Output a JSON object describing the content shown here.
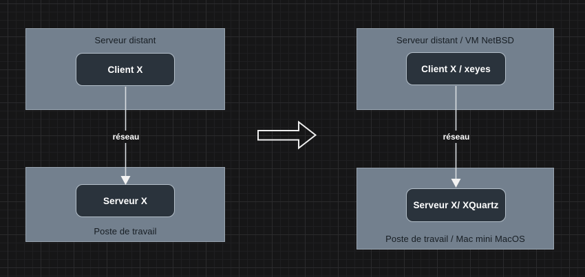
{
  "colors": {
    "background": "#161617",
    "grid_minor": "#1f1f21",
    "grid_major": "#2b2b2d",
    "panel_fill": "#73808e",
    "panel_border": "#99a5b1",
    "panel_text": "#171d23",
    "node_fill": "#2a333c",
    "node_border": "#b4bfc9",
    "node_text": "#ffffff",
    "connector": "#d9dde1",
    "arrowhead": "#f2f2f2",
    "transform_arrow_outline": "#f0f0f0",
    "connector_label": "#ffffff"
  },
  "icons": {
    "flow_arrow": "down-arrow",
    "transform_arrow": "right-arrow-outline"
  },
  "diagrams": {
    "left": {
      "top_panel": {
        "title": "Serveur distant",
        "node": "Client X"
      },
      "connector_label": "réseau",
      "bottom_panel": {
        "title": "Poste de travail",
        "node": "Serveur X"
      }
    },
    "right": {
      "top_panel": {
        "title": "Serveur distant / VM NetBSD",
        "node": "Client X / xeyes"
      },
      "connector_label": "réseau",
      "bottom_panel": {
        "title": "Poste de travail / Mac mini MacOS",
        "node": "Serveur X/ XQuartz"
      }
    }
  }
}
